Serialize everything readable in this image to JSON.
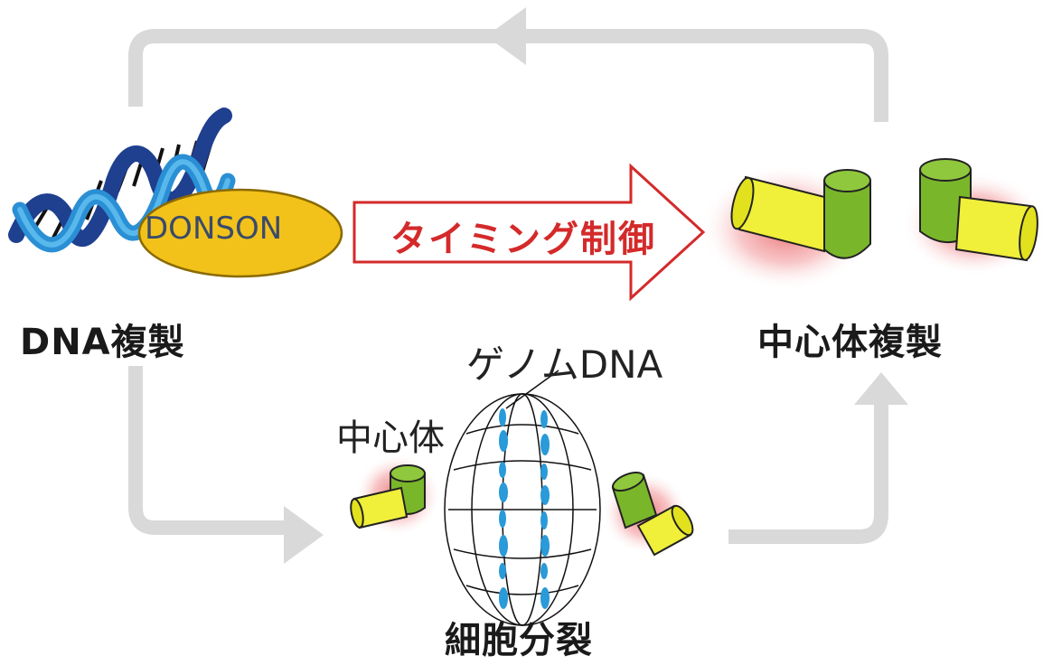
{
  "labels": {
    "dna_replication": "DNA複製",
    "centrosome_replication": "中心体複製",
    "cell_division": "細胞分裂",
    "genome_dna": "ゲノムDNA",
    "centrosome": "中心体",
    "donson": "DONSON",
    "timing_control": "タイミング制御"
  },
  "colors": {
    "cycle_arrow": "#d9d9d9",
    "timing_arrow_stroke": "#d42a2a",
    "donson_fill": "#f2c21a",
    "donson_stroke": "#8a6a00",
    "dna_strand_dark": "#1f3f8f",
    "dna_strand_light": "#2a8fd4",
    "chromosome": "#2a9ad8",
    "cylinder_yellow": "#f0ef3a",
    "cylinder_green": "#7ab62a",
    "centrosome_glow": "#e8555a"
  }
}
